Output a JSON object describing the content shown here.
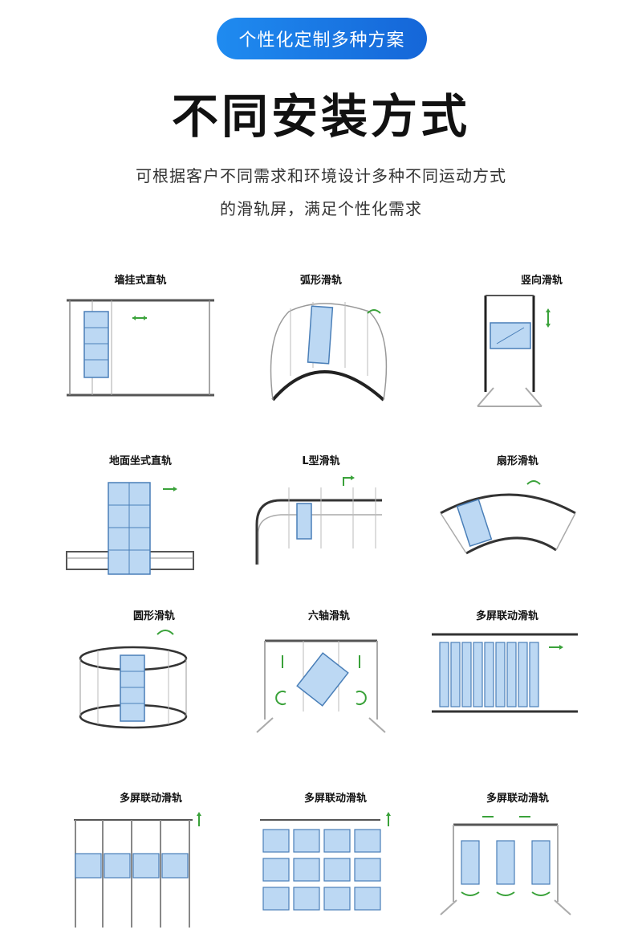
{
  "header": {
    "badge": "个性化定制多种方案",
    "title": "不同安装方式",
    "subtitle_line1": "可根据客户不同需求和环境设计多种不同运动方式",
    "subtitle_line2": "的滑轨屏，满足个性化需求"
  },
  "items": [
    {
      "label": "墙挂式直轨",
      "icon": "wall-straight-rail"
    },
    {
      "label": "弧形滑轨",
      "icon": "arc-rail"
    },
    {
      "label": "竖向滑轨",
      "icon": "vertical-rail"
    },
    {
      "label": "地面坐式直轨",
      "icon": "floor-straight-rail"
    },
    {
      "label": "L型滑轨",
      "icon": "l-shaped-rail"
    },
    {
      "label": "扇形滑轨",
      "icon": "fan-rail"
    },
    {
      "label": "圆形滑轨",
      "icon": "circular-rail"
    },
    {
      "label": "六轴滑轨",
      "icon": "six-axis-rail"
    },
    {
      "label": "多屏联动滑轨",
      "icon": "multi-screen-linkage-rail"
    },
    {
      "label": "多屏联动滑轨",
      "icon": "multi-screen-vertical-linkage-rail"
    },
    {
      "label": "多屏联动滑轨",
      "icon": "multi-screen-grid-rail"
    },
    {
      "label": "多屏联动滑轨",
      "icon": "multi-screen-rotating-rail"
    }
  ],
  "colors": {
    "screen": "#bcd8f3",
    "screen_stroke": "#4a7fb8",
    "arrow": "#3aa23a",
    "frame": "#555555",
    "badge": "#1a78e6"
  }
}
